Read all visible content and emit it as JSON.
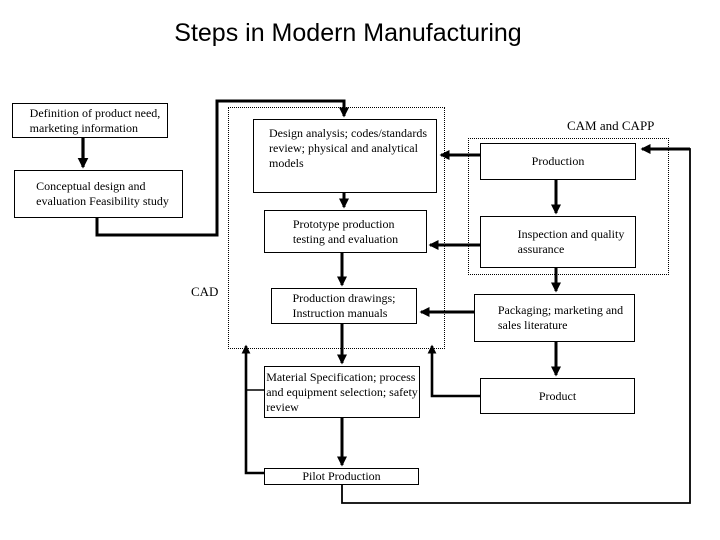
{
  "title": "Steps in Modern Manufacturing",
  "labels": {
    "cad": "CAD",
    "cam": "CAM and CAPP"
  },
  "boxes": {
    "definition": "Definition of product need,\nmarketing information",
    "conceptual": "Conceptual design and\nevaluation Feasibility study",
    "design_analysis": "Design analysis; codes/standards\nreview; physical and analytical\nmodels",
    "prototype": "Prototype production\ntesting and evaluation",
    "production_drawings": "Production drawings;\nInstruction manuals",
    "material_spec": "Material Specification; process\nand equipment selection; safety\nreview",
    "pilot_production": "Pilot Production",
    "production": "Production",
    "inspection": "Inspection and quality\nassurance",
    "packaging": "Packaging; marketing and\nsales literature",
    "product": "Product"
  },
  "colors": {
    "ink": "#000000",
    "background": "#ffffff"
  }
}
